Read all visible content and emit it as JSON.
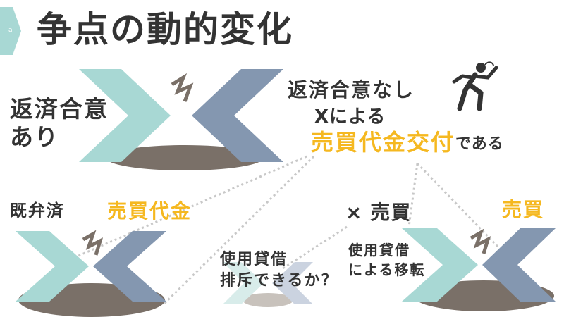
{
  "slide": {
    "number": "a",
    "title": "争点の動的変化"
  },
  "labels": {
    "repay_agreement_yes_line1": "返済合意",
    "repay_agreement_yes_line2": "あり",
    "repay_agreement_no": "返済合意なし",
    "x_by": "Xによる",
    "sale_price_delivery": "売買代金交付",
    "sale_price_delivery_suffix": "である",
    "already_repaid": "既弁済",
    "sale_price": "売買代金",
    "cross_sale": "× 売買",
    "loan_line1": "使用貸借",
    "loan_line2": "排斥できるか？",
    "sale": "売買",
    "transfer_line1": "使用貸借",
    "transfer_line2": "による移転"
  },
  "colors": {
    "teal": "#A8D8D4",
    "slate": "#8497B0",
    "shadow": "#7A7068",
    "accent": "#F5B820",
    "text": "#333333",
    "dotted": "#C8C8C8"
  }
}
